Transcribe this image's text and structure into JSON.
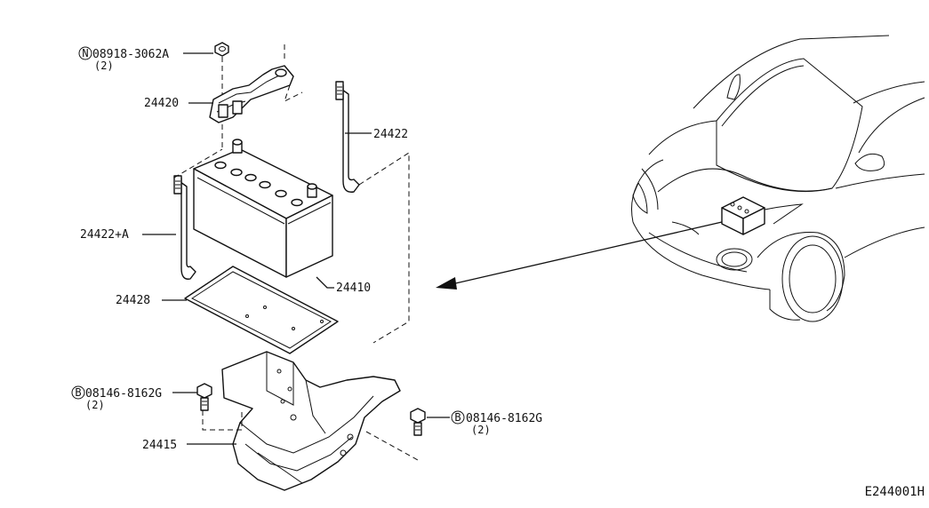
{
  "parts": {
    "nut": {
      "prefix": "N",
      "number": "08918-3062A",
      "qty": "(2)"
    },
    "clamp": {
      "number": "24420"
    },
    "rod_right": {
      "number": "24422"
    },
    "rod_left": {
      "number": "24422+A"
    },
    "battery": {
      "number": "24410"
    },
    "tray": {
      "number": "24428"
    },
    "bolt_left": {
      "prefix": "B",
      "number": "08146-8162G",
      "qty": "(2)"
    },
    "bracket": {
      "number": "24415"
    },
    "bolt_right": {
      "prefix": "B",
      "number": "08146-8162G",
      "qty": "(2)"
    }
  },
  "diagram_code": "E244001H"
}
